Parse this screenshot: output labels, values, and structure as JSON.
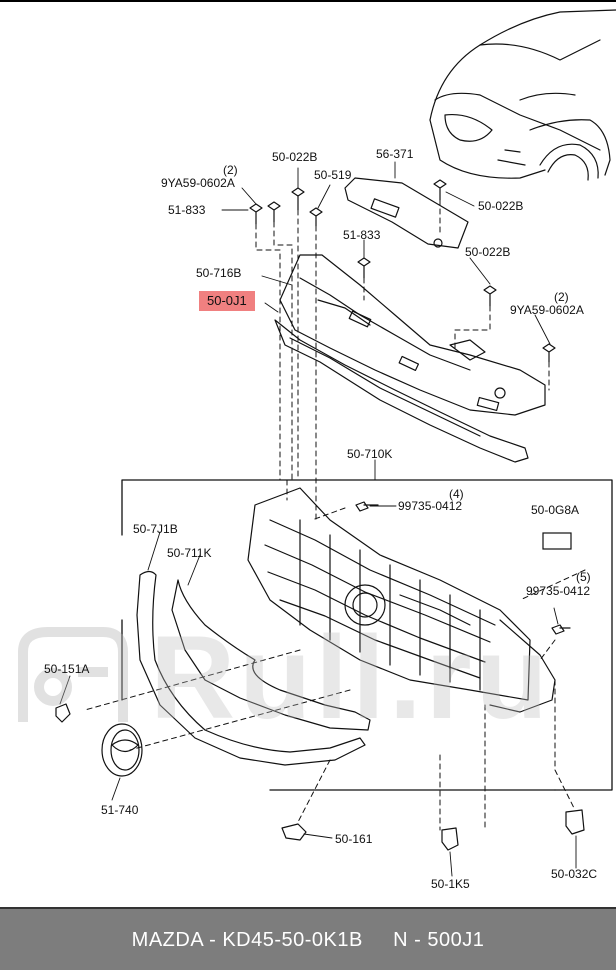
{
  "callouts": {
    "c_9ya59_left": "9YA59-0602A",
    "c_9ya59_left_qty": "(2)",
    "c_51_833_left": "51-833",
    "c_50_022b_top": "50-022B",
    "c_50_519": "50-519",
    "c_56_371": "56-371",
    "c_50_022b_right1": "50-022B",
    "c_51_833_mid": "51-833",
    "c_50_022b_right2": "50-022B",
    "c_50_716b": "50-716B",
    "c_50_0j1": "50-0J1",
    "c_9ya59_right": "9YA59-0602A",
    "c_9ya59_right_qty": "(2)",
    "c_50_710k": "50-710K",
    "c_99735_top": "99735-0412",
    "c_99735_top_qty": "(4)",
    "c_50_0g8a": "50-0G8A",
    "c_50_7j1b": "50-7J1B",
    "c_50_711k": "50-711K",
    "c_99735_right": "99735-0412",
    "c_99735_right_qty": "(5)",
    "c_50_151a": "50-151A",
    "c_51_740": "51-740",
    "c_50_161": "50-161",
    "c_50_1k5": "50-1K5",
    "c_50_032c": "50-032C"
  },
  "watermark": "Rull.ru",
  "footer": {
    "text": "MAZDA - KD45-50-0K1B     N - 500J1"
  },
  "colors": {
    "highlight": "#f08080",
    "footer_bg": "#7d7d7d",
    "line": "#111111"
  }
}
